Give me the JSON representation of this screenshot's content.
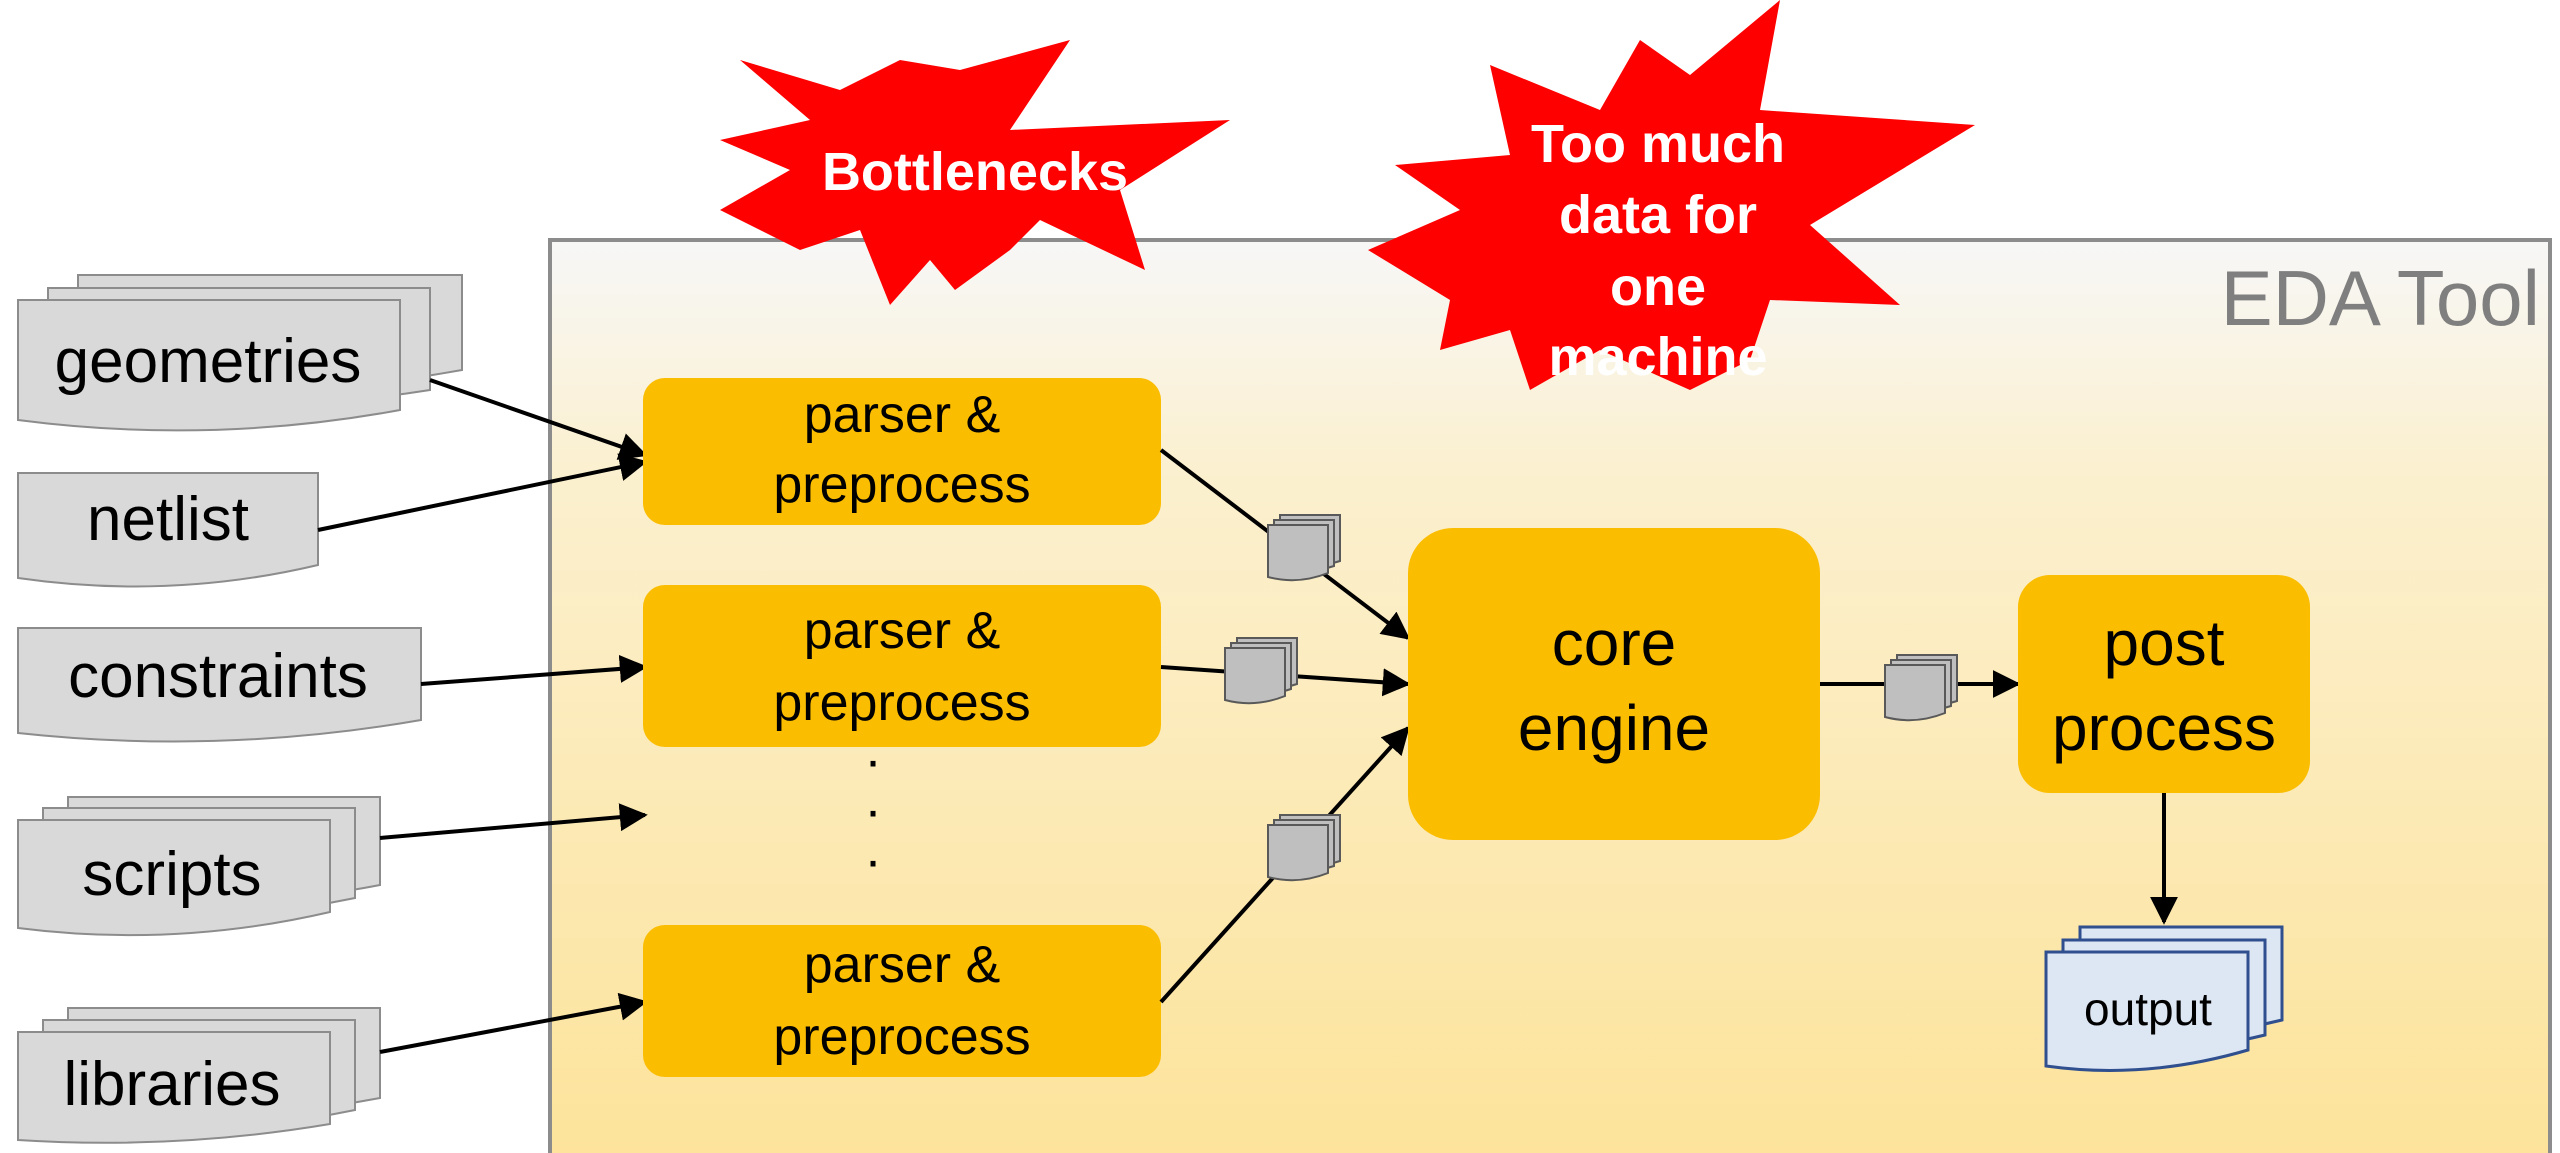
{
  "tool": {
    "title": "EDA Tool"
  },
  "inputs": {
    "geometries": "geometries",
    "netlist": "netlist",
    "constraints": "constraints",
    "scripts": "scripts",
    "libraries": "libraries"
  },
  "parsers": {
    "top": {
      "line1": "parser &",
      "line2": "preprocess"
    },
    "middle": {
      "line1": "parser &",
      "line2": "preprocess"
    },
    "bottom": {
      "line1": "parser &",
      "line2": "preprocess"
    },
    "ellipsis": [
      "·",
      "·",
      "·"
    ]
  },
  "core": {
    "line1": "core",
    "line2": "engine"
  },
  "post": {
    "line1": "post",
    "line2": "process"
  },
  "output": {
    "label": "output"
  },
  "callouts": {
    "bottlenecks": "Bottlenecks",
    "too_much": [
      "Too much",
      "data for",
      "one",
      "machine"
    ]
  },
  "colors": {
    "process_box": "#fbbd00",
    "doc_fill": "#d9d9d9",
    "doc_stroke": "#8c8c8c",
    "burst": "#ff0000",
    "tool_title": "#7f7f7f",
    "output_doc_stroke": "#2f4f8f",
    "output_doc_fill": "#dde6f3"
  }
}
